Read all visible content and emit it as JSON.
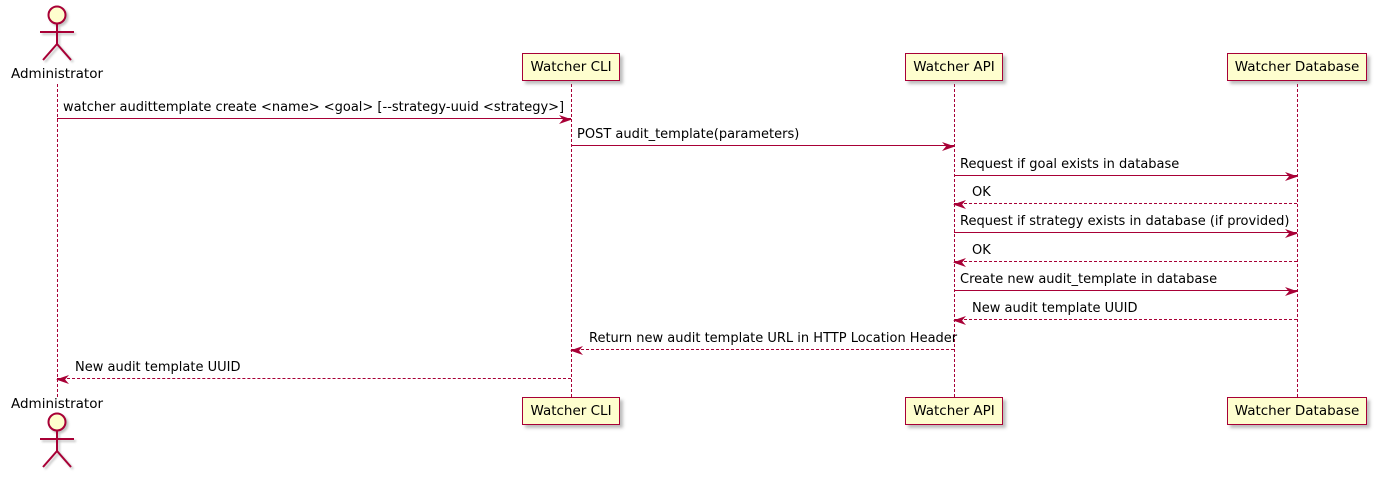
{
  "diagram": {
    "type": "uml-sequence",
    "colors": {
      "accent": "#A80036",
      "participant_fill": "#FEFECE",
      "text": "#000000",
      "background": "#FFFFFF"
    },
    "actor": {
      "label": "Administrator"
    },
    "participants": [
      {
        "label": "Watcher CLI"
      },
      {
        "label": "Watcher API"
      },
      {
        "label": "Watcher Database"
      }
    ],
    "messages": [
      {
        "label": "watcher audittemplate create <name> <goal> [--strategy-uuid <strategy>]",
        "from": "Administrator",
        "to": "Watcher CLI",
        "line": "solid"
      },
      {
        "label": "POST audit_template(parameters)",
        "from": "Watcher CLI",
        "to": "Watcher API",
        "line": "solid"
      },
      {
        "label": "Request if goal exists in database",
        "from": "Watcher API",
        "to": "Watcher Database",
        "line": "solid"
      },
      {
        "label": "OK",
        "from": "Watcher Database",
        "to": "Watcher API",
        "line": "dashed"
      },
      {
        "label": "Request if strategy exists in database (if provided)",
        "from": "Watcher API",
        "to": "Watcher Database",
        "line": "solid"
      },
      {
        "label": "OK",
        "from": "Watcher Database",
        "to": "Watcher API",
        "line": "dashed"
      },
      {
        "label": "Create new audit_template in database",
        "from": "Watcher API",
        "to": "Watcher Database",
        "line": "solid"
      },
      {
        "label": "New audit template UUID",
        "from": "Watcher Database",
        "to": "Watcher API",
        "line": "dashed"
      },
      {
        "label": "Return new audit template URL in HTTP Location Header",
        "from": "Watcher API",
        "to": "Watcher CLI",
        "line": "dashed"
      },
      {
        "label": "New audit template UUID",
        "from": "Watcher CLI",
        "to": "Administrator",
        "line": "dashed"
      }
    ]
  }
}
